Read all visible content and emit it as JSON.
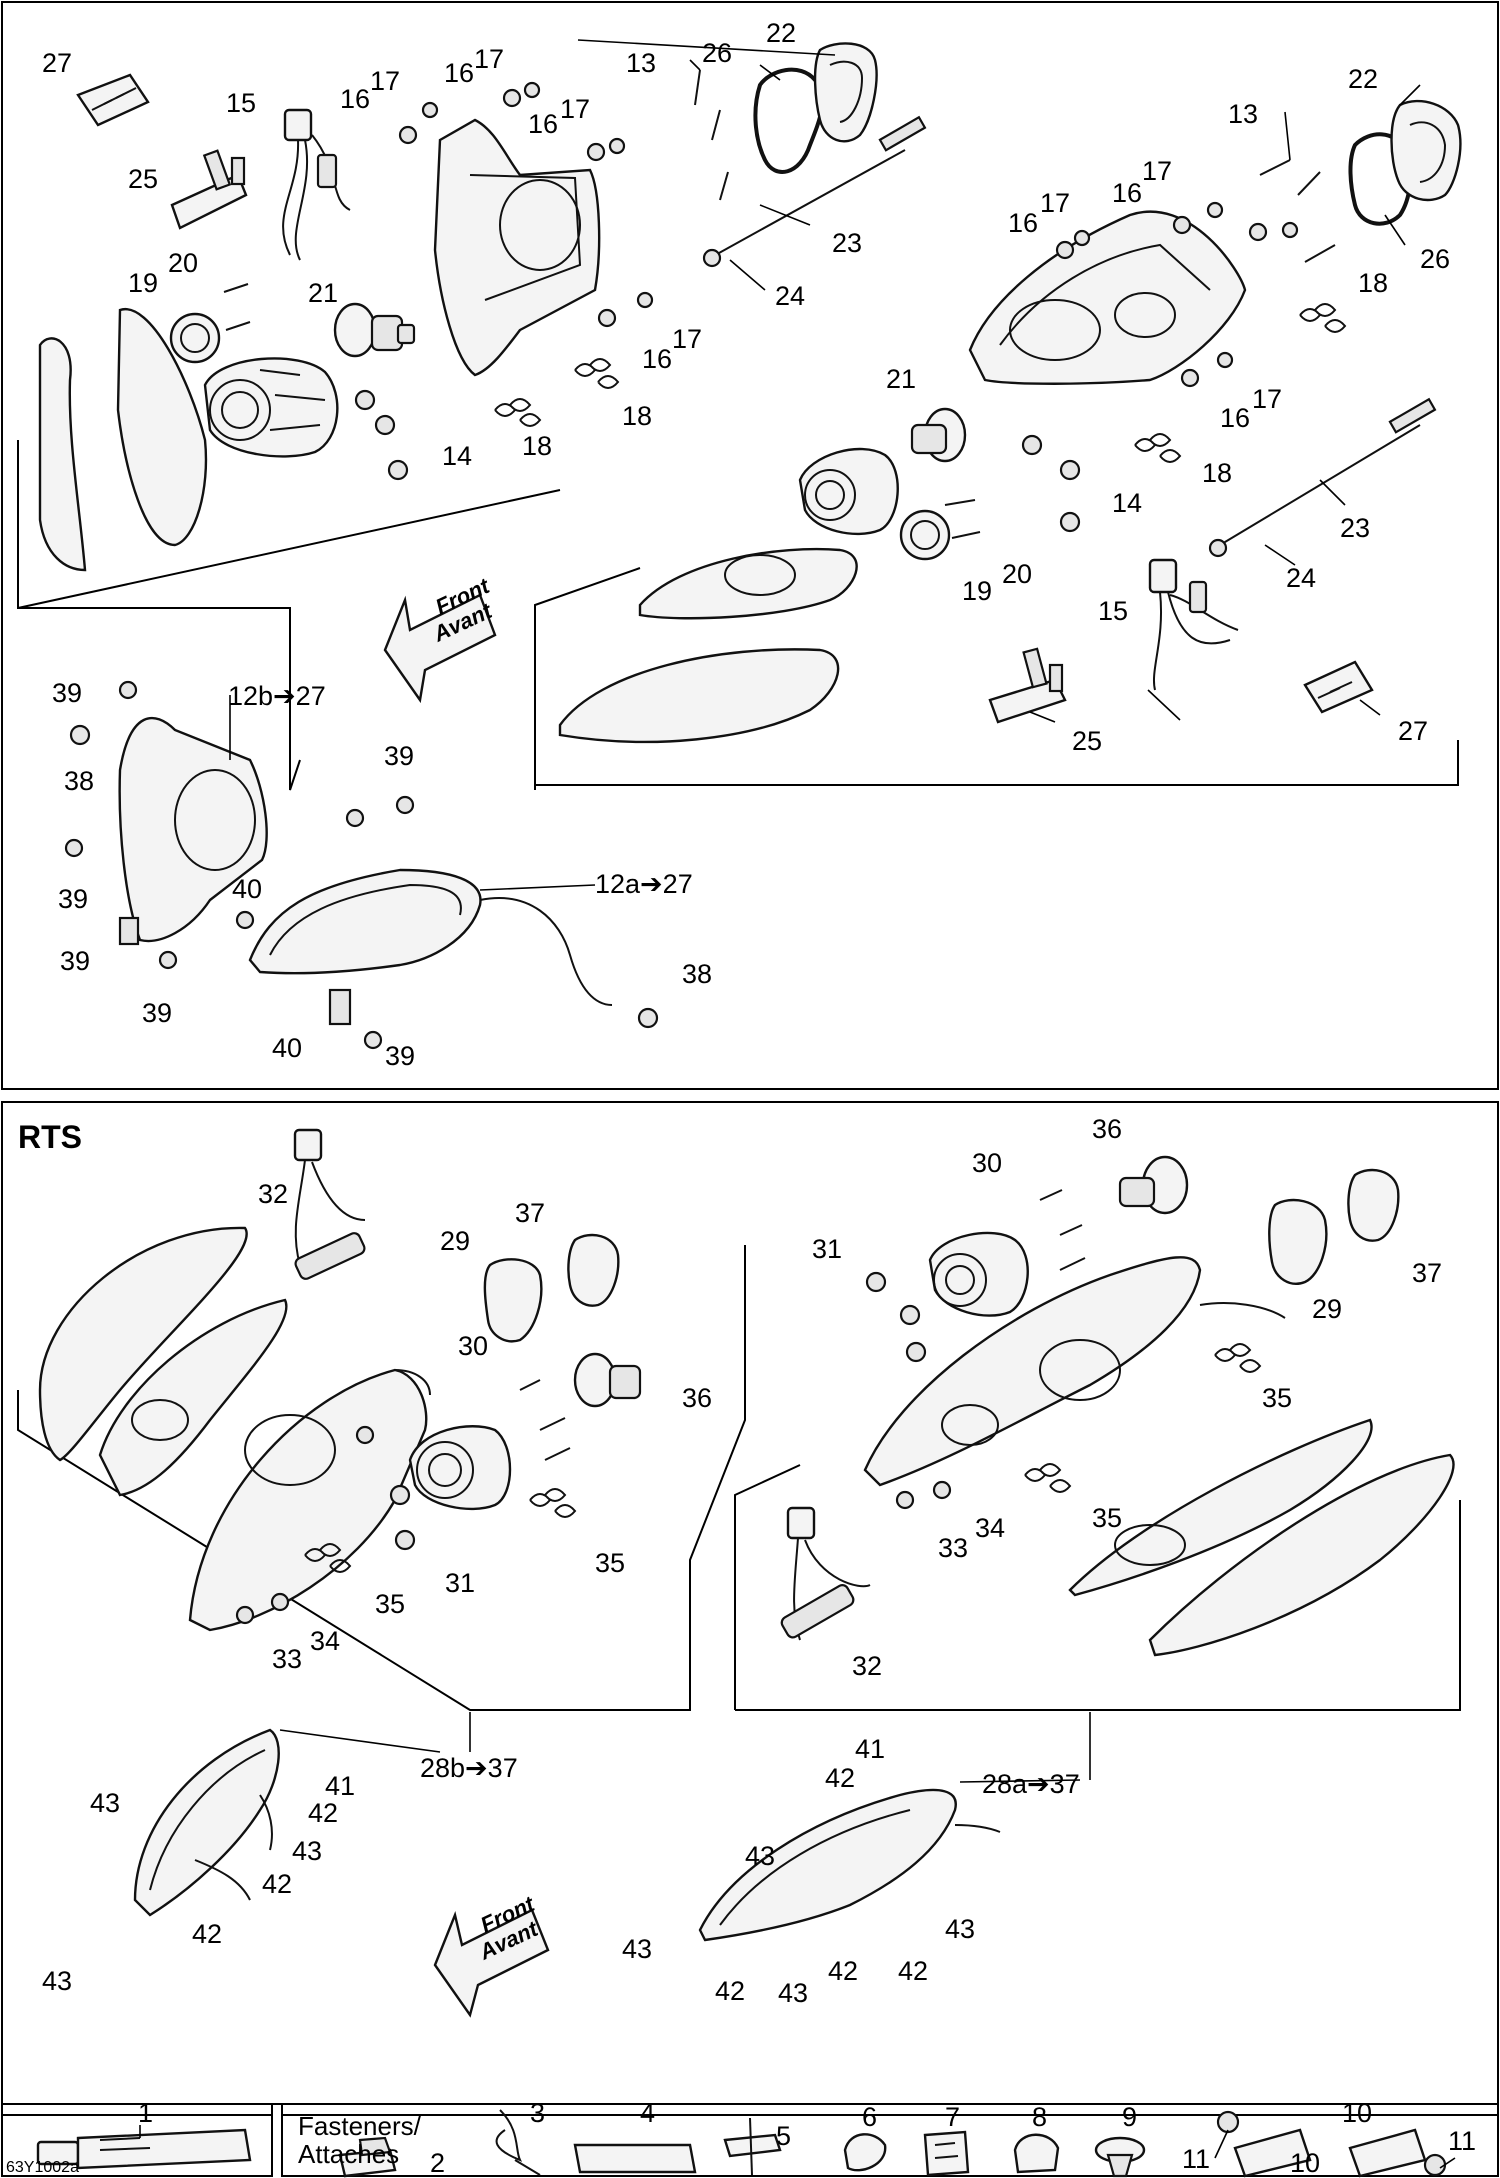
{
  "diagram_code": "63Y1002a",
  "sections": {
    "rts_title": "RTS",
    "front_arrow_top": [
      "Front",
      "Avant"
    ],
    "front_arrow_bottom": [
      "Front",
      "Avant"
    ]
  },
  "legend": {
    "fasteners_line1": "Fasteners/",
    "fasteners_line2": "Attaches"
  },
  "callouts_top": [
    "27",
    "15",
    "25",
    "20",
    "19",
    "16",
    "17",
    "21",
    "16",
    "17",
    "16",
    "17",
    "16",
    "17",
    "14",
    "18",
    "18",
    "13",
    "26",
    "22",
    "23",
    "24",
    "22",
    "13",
    "16",
    "17",
    "16",
    "17",
    "26",
    "18",
    "21",
    "16",
    "17",
    "18",
    "14",
    "23",
    "24",
    "19",
    "20",
    "15",
    "25",
    "27",
    "39",
    "12b➔27",
    "38",
    "39",
    "39",
    "40",
    "39",
    "39",
    "12a➔27",
    "38",
    "40",
    "39"
  ],
  "callouts_bottom": [
    "32",
    "29",
    "37",
    "30",
    "36",
    "31",
    "35",
    "35",
    "34",
    "33",
    "36",
    "30",
    "31",
    "29",
    "37",
    "35",
    "35",
    "34",
    "33",
    "32",
    "28b➔37",
    "41",
    "43",
    "42",
    "43",
    "42",
    "42",
    "43",
    "41",
    "42",
    "28a➔37",
    "43",
    "43",
    "43",
    "42",
    "42",
    "43",
    "42"
  ],
  "callouts_legend": [
    "1",
    "2",
    "3",
    "4",
    "5",
    "6",
    "7",
    "8",
    "9",
    "10",
    "11",
    "10",
    "11"
  ]
}
